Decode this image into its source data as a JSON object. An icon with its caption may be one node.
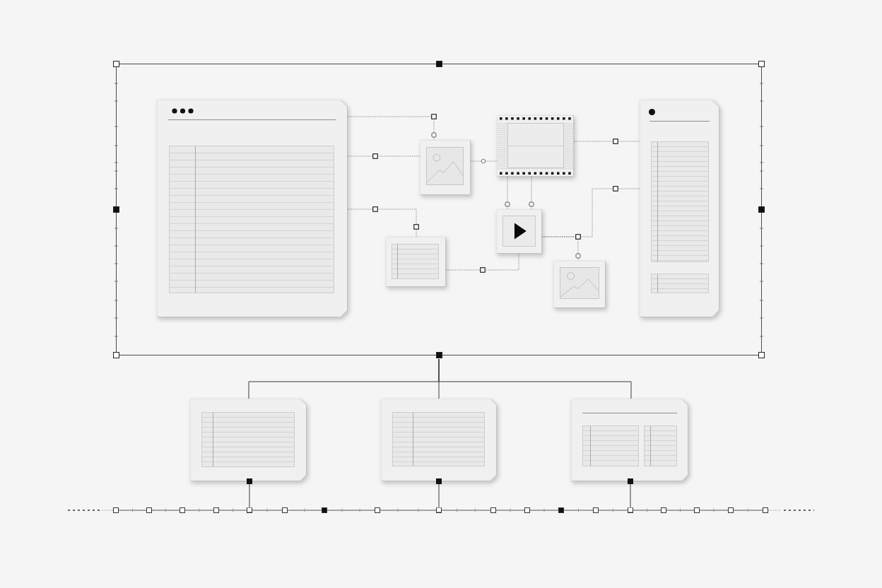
{
  "diagram": {
    "nodes": [
      {
        "text": [],
        "shape": "box"
      },
      {
        "text": [],
        "shape": "picture",
        "in": 0
      },
      {
        "text": [],
        "shape": "picture",
        "in": 0
      },
      {
        "text": [],
        "shape": "picture",
        "in": 0
      },
      {
        "text": [],
        "shape": "picture",
        "in": 0
      },
      {
        "text": [],
        "shape": "picture",
        "in": 0
      },
      {
        "text": [],
        "shape": "picture",
        "in": 0
      },
      {
        "text": [],
        "shape": "picture",
        "in": 0
      },
      {
        "text": [],
        "shape": "picture"
      },
      {
        "text": [],
        "shape": "picture"
      },
      {
        "text": [],
        "shape": "picture"
      },
      {
        "text": [],
        "shape": "bar"
      }
    ],
    "edges": [
      {
        "from": 1,
        "to": 2,
        "arrow": "other",
        "style": "dashed"
      },
      {
        "from": 1,
        "to": 2,
        "arrow": "none",
        "style": "dashed"
      },
      {
        "from": 2,
        "to": 3,
        "arrow": "none",
        "style": "dashed"
      },
      {
        "from": 1,
        "to": 4,
        "arrow": "none",
        "style": "dashed"
      },
      {
        "from": 3,
        "to": 5,
        "arrow": "other",
        "style": "dashed"
      },
      {
        "from": 3,
        "to": 5,
        "arrow": "other",
        "style": "dashed"
      },
      {
        "from": 4,
        "to": 5,
        "arrow": "none",
        "style": "dashed"
      },
      {
        "from": 3,
        "to": 6,
        "arrow": "none",
        "style": "dashed"
      },
      {
        "from": 5,
        "to": 6,
        "arrow": "none",
        "style": "dashed"
      },
      {
        "from": 5,
        "to": 7,
        "arrow": "other",
        "style": "dashed"
      },
      {
        "from": 0,
        "to": 8,
        "arrow": "none"
      },
      {
        "from": 0,
        "to": 9,
        "arrow": "none"
      },
      {
        "from": 0,
        "to": 10,
        "arrow": "none"
      },
      {
        "from": 8,
        "to": 11,
        "arrow": "other"
      },
      {
        "from": 9,
        "to": 11,
        "arrow": "other"
      },
      {
        "from": 10,
        "to": 11,
        "arrow": "other"
      }
    ]
  }
}
